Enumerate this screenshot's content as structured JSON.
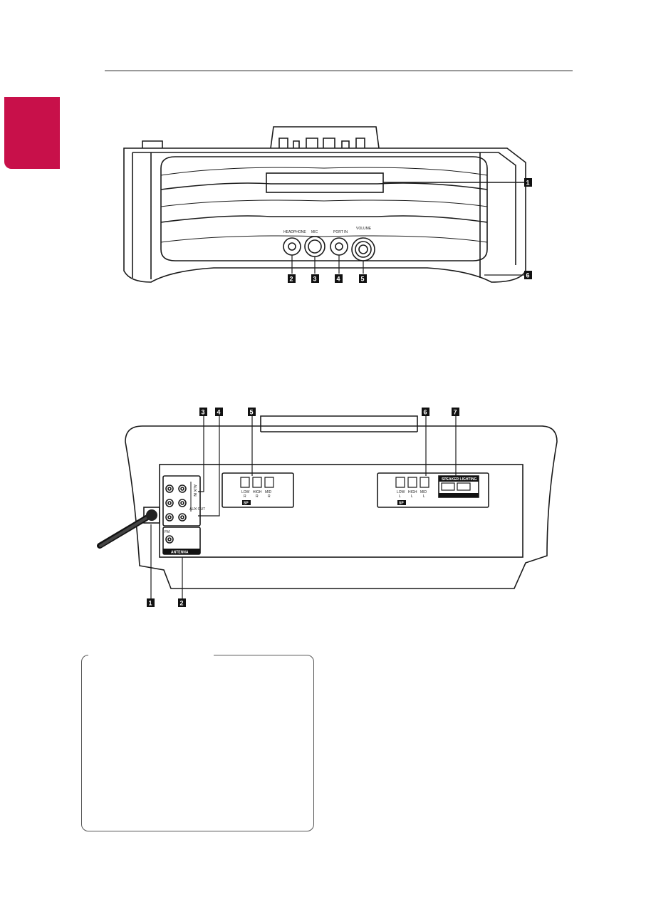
{
  "front_panel": {
    "callouts": [
      "1",
      "2",
      "3",
      "4",
      "5",
      "6"
    ],
    "jack_labels": [
      "HEADPHONE",
      "MIC",
      "PORT IN",
      "VOLUME"
    ]
  },
  "rear_panel": {
    "callouts_top": [
      "3",
      "4",
      "5",
      "6",
      "7"
    ],
    "callouts_bottom": [
      "1",
      "2"
    ],
    "aux_in_label": "AUX IN",
    "aux_out_label": "AUX OUT",
    "antenna_label": "ANTENNA",
    "fm_label": "FM",
    "speaker_right": {
      "terminals": [
        "LOW",
        "HIGH",
        "MID"
      ],
      "channel": [
        "R",
        "R",
        "R"
      ],
      "tag": "SP"
    },
    "speaker_left": {
      "terminals": [
        "LOW",
        "HIGH",
        "MID"
      ],
      "channel": [
        "L",
        "L",
        "L"
      ],
      "tag": "SP"
    },
    "lighting_label": "SPEAKER LIGHTING"
  },
  "colors": {
    "accent": "#c8104a",
    "line": "#1a1a1a"
  }
}
